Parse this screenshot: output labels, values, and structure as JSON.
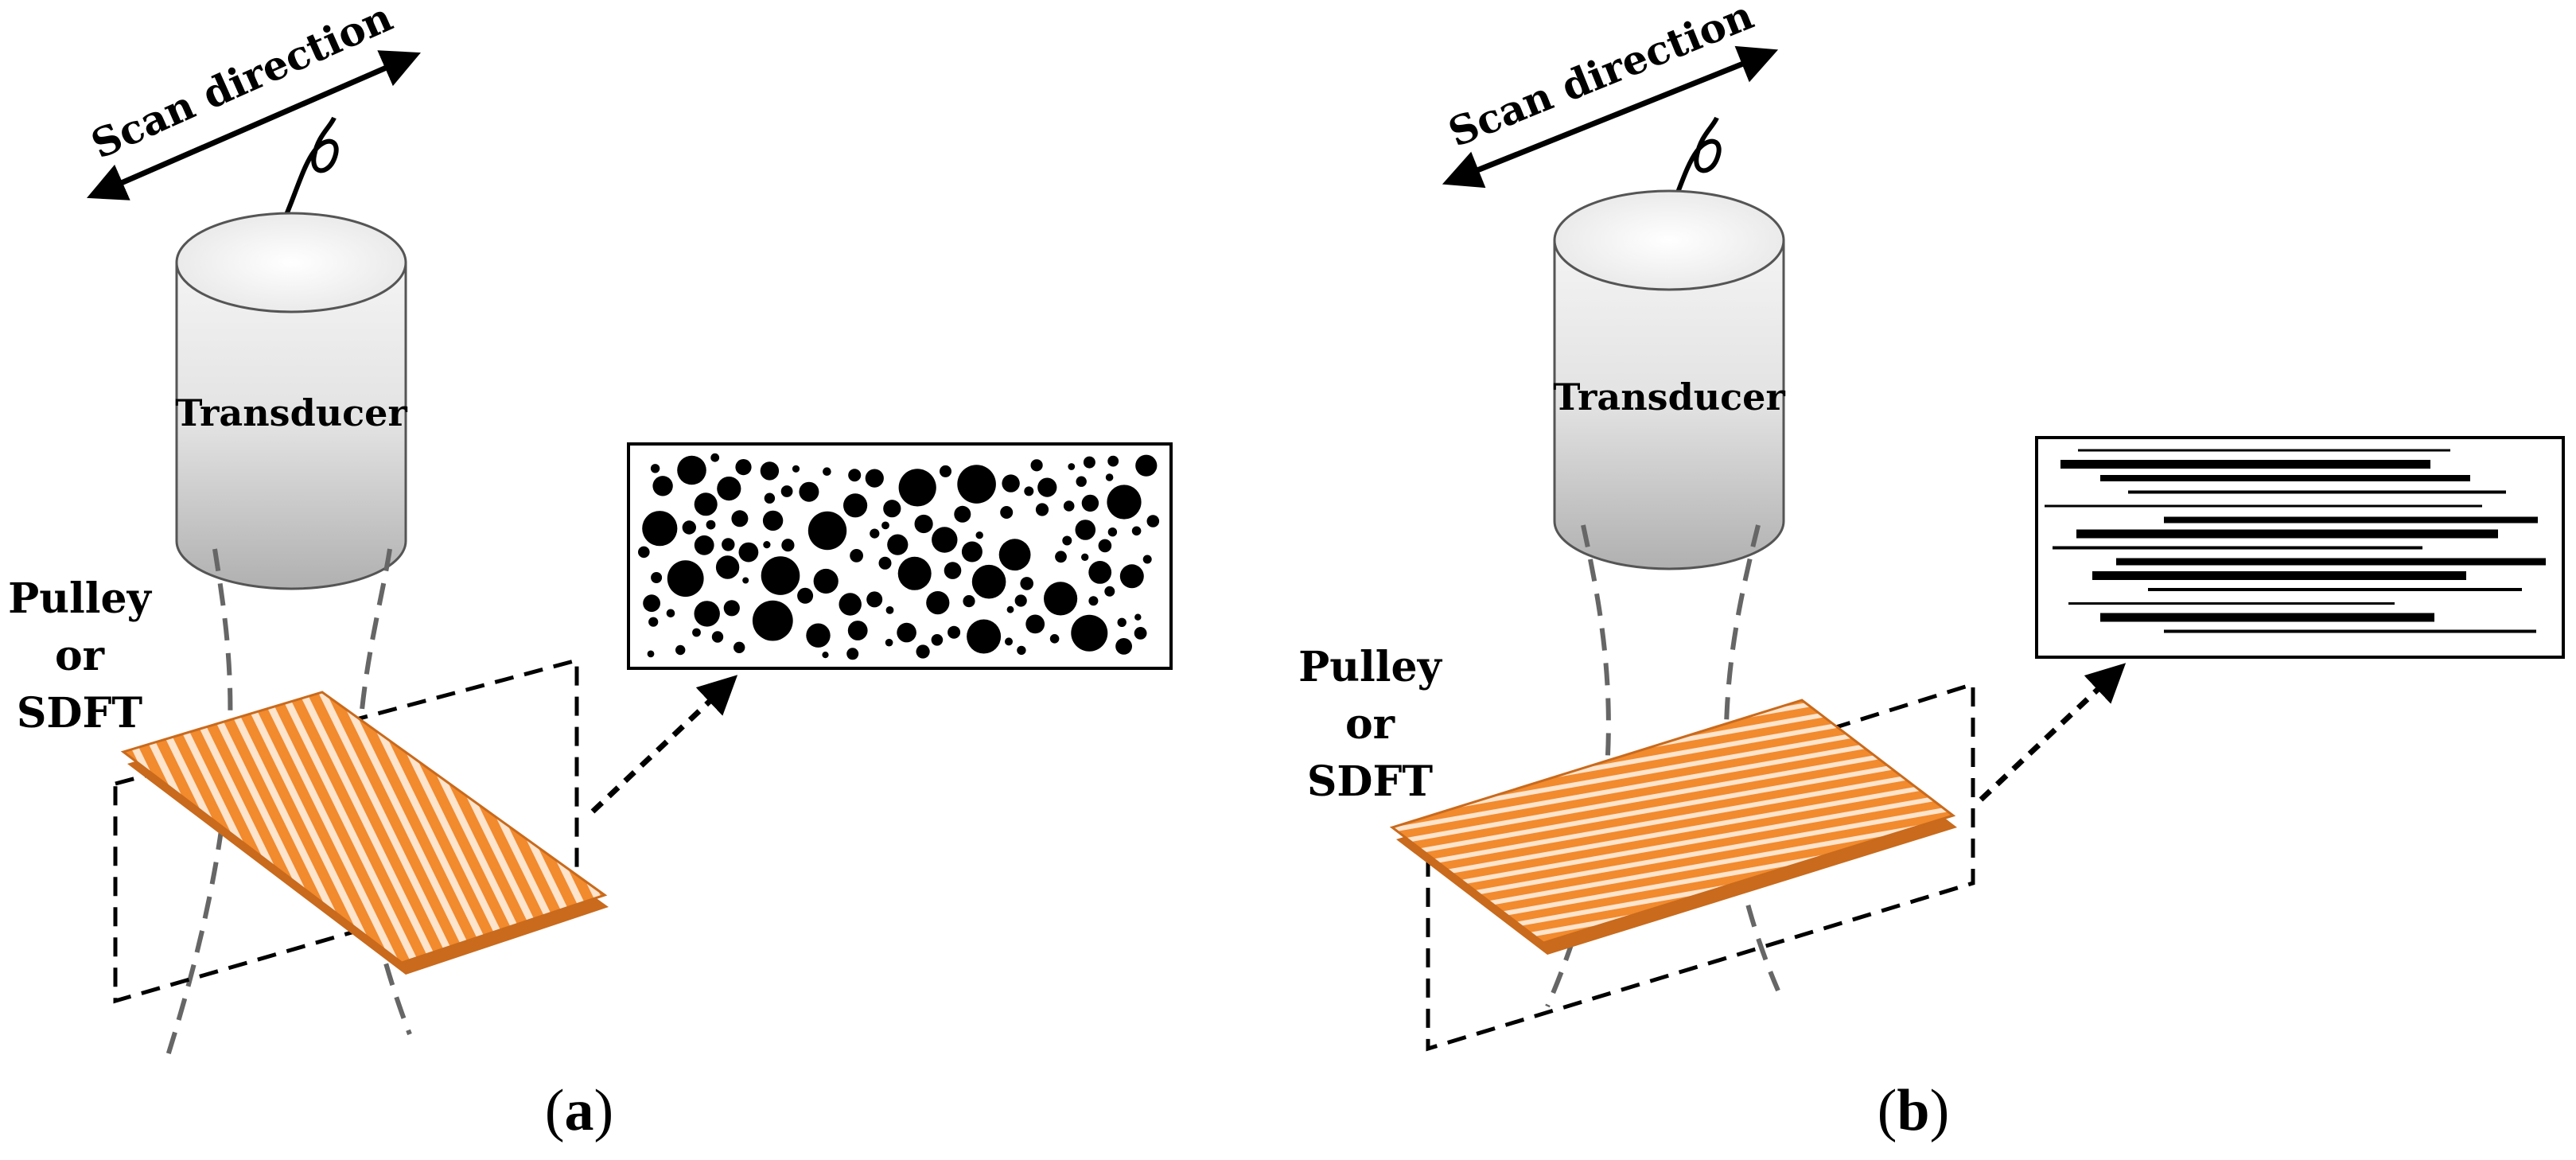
{
  "panels": [
    {
      "caption_open": "(",
      "caption_letter": "a",
      "caption_close": ")",
      "scan_label": "Scan direction",
      "transducer_label": "Transducer",
      "specimen_label_lines": [
        "Pulley",
        "or",
        "SDFT"
      ],
      "scan_orientation": "transverse",
      "inset_pattern": "circular cross-sections (dots)"
    },
    {
      "caption_open": "(",
      "caption_letter": "b",
      "caption_close": ")",
      "scan_label": "Scan direction",
      "transducer_label": "Transducer",
      "specimen_label_lines": [
        "Pulley",
        "or",
        "SDFT"
      ],
      "scan_orientation": "longitudinal",
      "inset_pattern": "parallel lines (fibres)"
    }
  ],
  "colors": {
    "tendon_orange": "#f28a2e",
    "tendon_stripe": "#fde4cc",
    "cylinder_light": "#f2f2f2",
    "cylinder_dark": "#b5b5b5",
    "beam_gray": "#666666"
  }
}
